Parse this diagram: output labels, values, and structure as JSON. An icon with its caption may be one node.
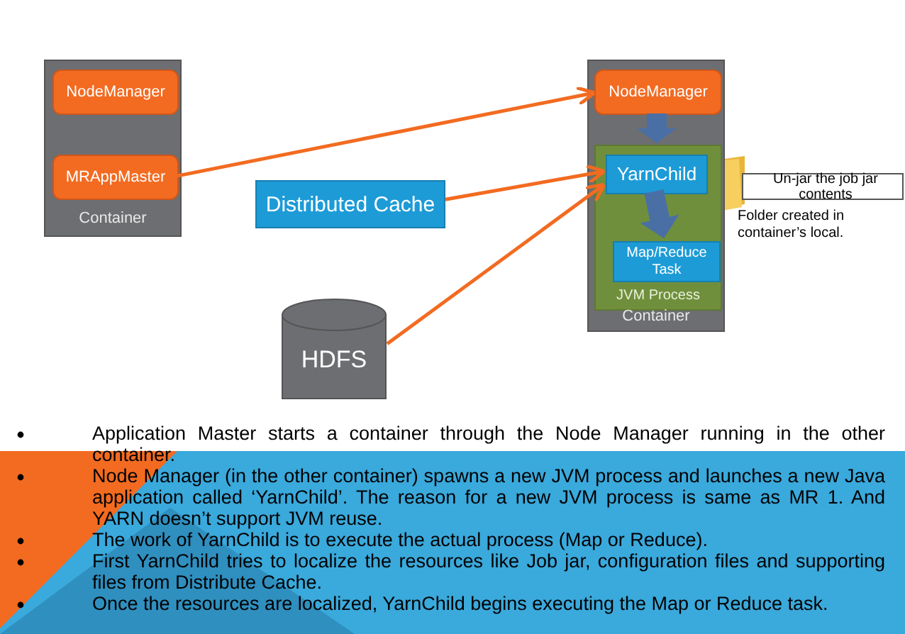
{
  "diagram": {
    "nodes": [
      {
        "text": [
          "Container"
        ]
      },
      {
        "text": [
          "NodeManager"
        ],
        "in": 0
      },
      {
        "text": [
          "MRAppMaster"
        ],
        "in": 0
      },
      {
        "text": [
          "Distributed Cache"
        ]
      },
      {
        "text": [
          "HDFS"
        ]
      },
      {
        "text": [
          "Container"
        ]
      },
      {
        "text": [
          "NodeManager"
        ],
        "in": 5
      },
      {
        "text": [
          "JVM Process"
        ],
        "in": 5
      },
      {
        "text": [
          "YarnChild"
        ],
        "in": 7
      },
      {
        "text": [
          "Map/Reduce Task"
        ],
        "in": 7
      },
      {
        "text": [
          "Un-jar the job jar contents"
        ],
        "beside": [
          "Folder created in container’s local."
        ]
      }
    ],
    "edges": [
      {
        "from": 2,
        "to": 6,
        "arrow": "to"
      },
      {
        "from": 3,
        "to": 8,
        "arrow": "to"
      },
      {
        "from": 4,
        "to": 8,
        "arrow": "to"
      },
      {
        "from": 6,
        "to": 7,
        "arrow": "to",
        "style": "thick",
        "color": "#4a6fa5"
      },
      {
        "from": 8,
        "to": 9,
        "arrow": "to",
        "style": "thick",
        "color": "#4a6fa5"
      }
    ],
    "labels": [
      "Application Master starts a container through the Node Manager running in the other container.",
      "Node Manager (in the other container) spawns a new JVM process and launches a new Java application called ‘YarnChild’. The reason for a new JVM process is same as MR 1. And YARN doesn’t support JVM reuse.",
      "The work of YarnChild is to execute the actual process (Map or Reduce).",
      "First YarnChild tries to localize the resources like Job jar, configuration files and supporting files from Distribute Cache.",
      "Once the resources are localized, YarnChild begins executing the Map or Reduce task."
    ]
  }
}
